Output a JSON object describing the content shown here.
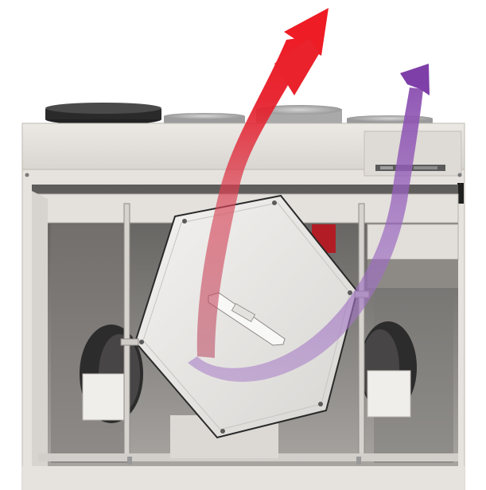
{
  "scene": {
    "subject": "ventilation-unit-with-heat-recovery-wheel",
    "colors": {
      "background": "#ffffff",
      "cabinet": "#e7e3de",
      "cabinet_shadow": "#c9c4be",
      "interior_dark": "#6d6b69",
      "interior_mid": "#9b9895",
      "hexagon_face": "#ededeb",
      "duct_dark": "#2b2b2b",
      "duct_metal": "#a8a8a8",
      "supply_air": "#e8202a",
      "extract_air": "#8a4fb0"
    },
    "icons": {
      "supply_arrow": "red-airflow-arrow",
      "extract_arrow": "purple-airflow-arrow"
    }
  }
}
